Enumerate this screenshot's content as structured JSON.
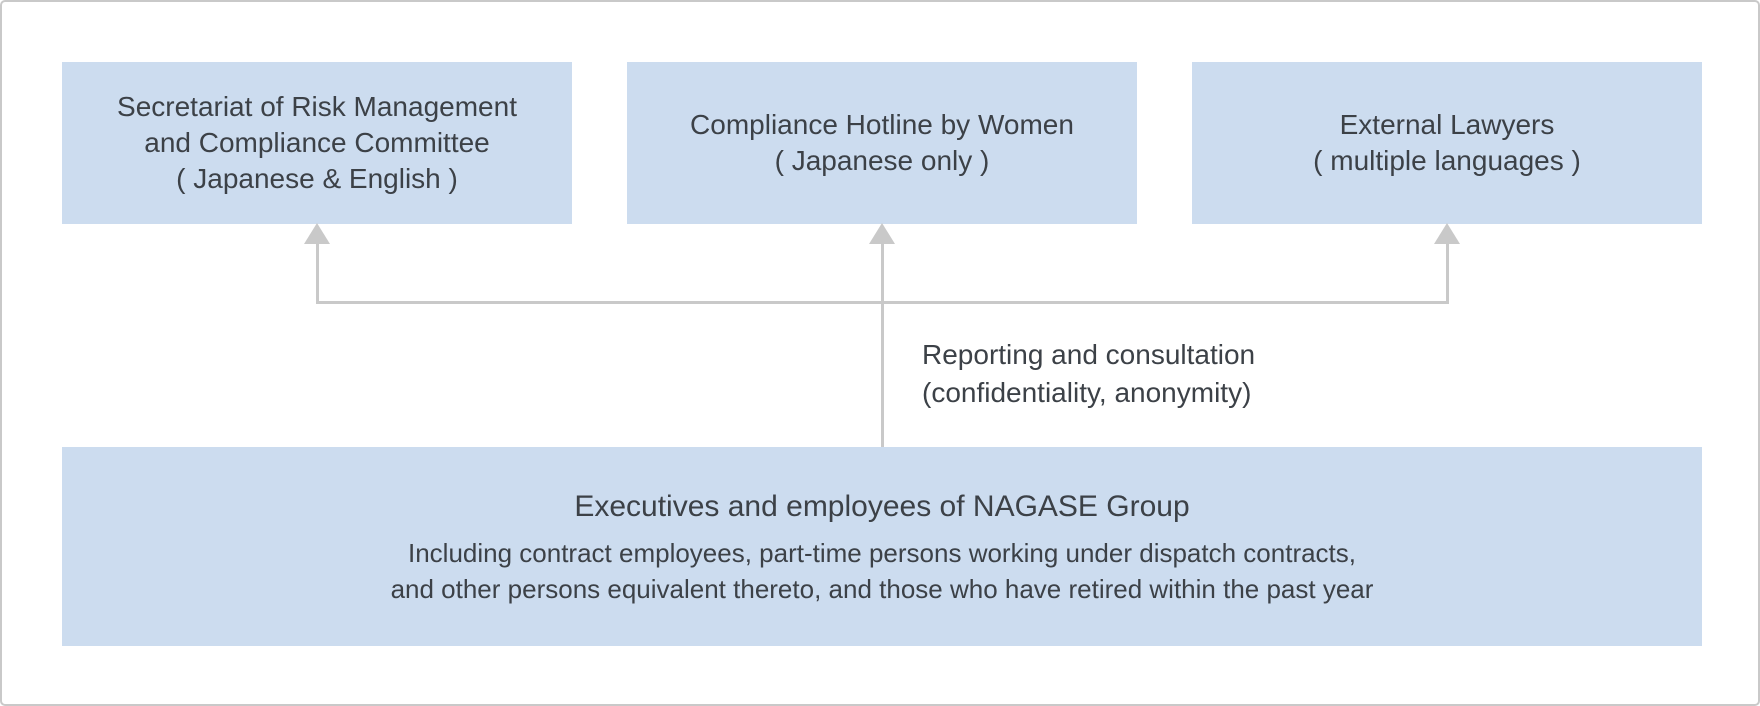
{
  "colors": {
    "box_fill": "#ccdcef",
    "line": "#c9c9c9",
    "text": "#3c4147",
    "canvas_border": "#c9c9c9",
    "background": "#ffffff"
  },
  "top_boxes": [
    {
      "lines": [
        "Secretariat of Risk Management",
        "and Compliance Committee",
        "( Japanese & English )"
      ]
    },
    {
      "lines": [
        "Compliance Hotline by Women",
        "( Japanese only )"
      ]
    },
    {
      "lines": [
        "External Lawyers",
        "( multiple languages )"
      ]
    }
  ],
  "flow_label": {
    "line1": "Reporting and consultation",
    "line2": "(confidentiality, anonymity)"
  },
  "bottom_box": {
    "title": "Executives and employees of NAGASE Group",
    "description": [
      "Including contract employees, part-time persons working under dispatch contracts,",
      "and other persons equivalent thereto, and those who have retired within the past year"
    ]
  }
}
